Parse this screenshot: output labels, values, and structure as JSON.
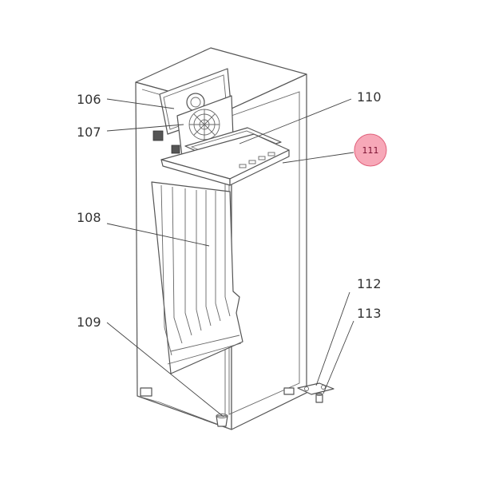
{
  "callouts": [
    {
      "id": "106",
      "label": "106"
    },
    {
      "id": "107",
      "label": "107"
    },
    {
      "id": "108",
      "label": "108"
    },
    {
      "id": "109",
      "label": "109"
    },
    {
      "id": "110",
      "label": "110"
    },
    {
      "id": "111",
      "label": "111",
      "highlighted": true
    },
    {
      "id": "112",
      "label": "112"
    },
    {
      "id": "113",
      "label": "113"
    }
  ],
  "colors": {
    "highlight_fill": "#f7a8b8",
    "highlight_stroke": "#e0607a",
    "line": "#555555"
  }
}
